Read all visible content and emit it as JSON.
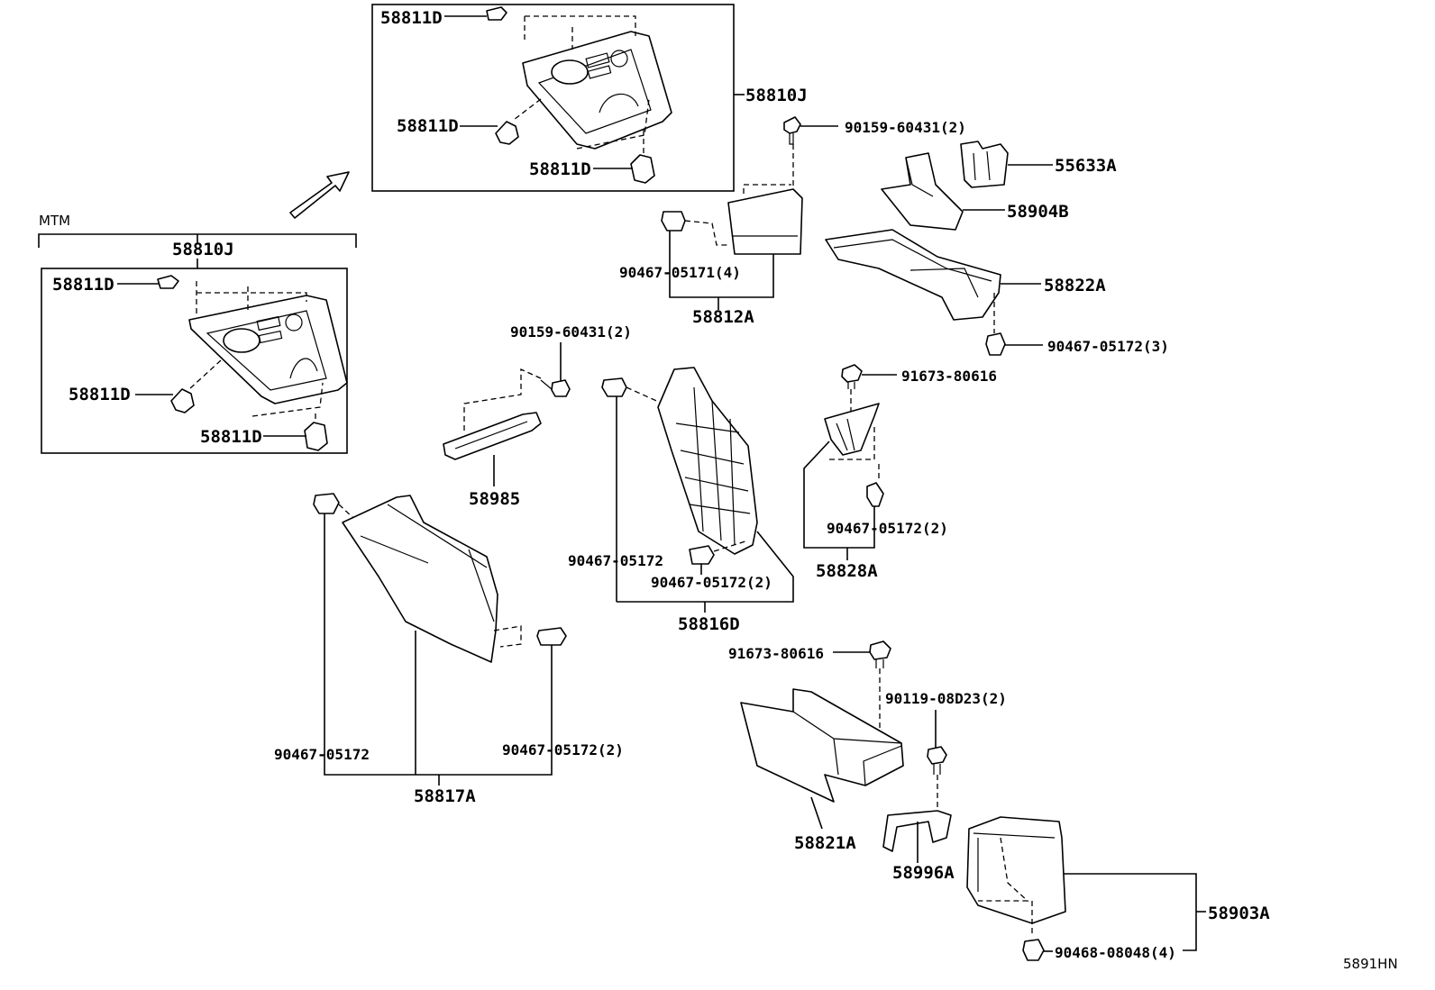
{
  "diagram_code": "5891HN",
  "variant_label": "MTM",
  "parts": {
    "bezel_main": "58810J",
    "bezel_mtm": "58810J",
    "bezel_clip_top_a": "58811D",
    "bezel_clip_left_a": "58811D",
    "bezel_clip_bottom_a": "58811D",
    "bezel_clip_top_b": "58811D",
    "bezel_clip_left_b": "58811D",
    "bezel_clip_bottom_b": "58811D",
    "bolt_upper": "90159-60431(2)",
    "clip_58812": "90467-05171(4)",
    "panel_58812": "58812A",
    "tray_55633": "55633A",
    "pocket_58904": "58904B",
    "tray_58822": "58822A",
    "clip_58822": "90467-05172(3)",
    "bolt_mid": "90159-60431(2)",
    "bracket_58985": "58985",
    "bolt_91673_a": "91673-80616",
    "clip_58828": "90467-05172(2)",
    "panel_58828": "58828A",
    "clip_58816_a": "90467-05172",
    "clip_58816_b": "90467-05172(2)",
    "panel_58816": "58816D",
    "bolt_91673_b": "91673-80616",
    "bolt_90119": "90119-08D23(2)",
    "box_58821": "58821A",
    "bracket_58996": "58996A",
    "clip_58817_a": "90467-05172",
    "clip_58817_b": "90467-05172(2)",
    "panel_58817": "58817A",
    "box_58903": "58903A",
    "clip_58903": "90468-08048(4)"
  }
}
